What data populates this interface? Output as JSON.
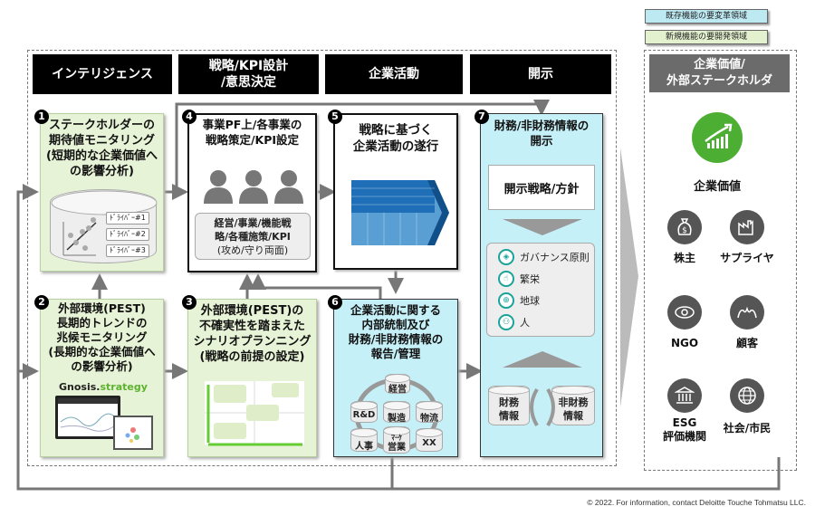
{
  "legend": {
    "existing": "既存機能の要変革領域",
    "new": "新規機能の要開発領域",
    "existing_color": "#bde9f3",
    "new_color": "#e4f1cf"
  },
  "columns": [
    {
      "label": "インテリジェンス"
    },
    {
      "label_line1": "戦略/KPI設計",
      "label_line2": "/意思決定"
    },
    {
      "label": "企業活動"
    },
    {
      "label": "開示"
    }
  ],
  "cards": {
    "c1": {
      "number": "1",
      "title": [
        "ステークホルダーの",
        "期待値モニタリング",
        "(短期的な企業価値へ",
        "の影響分析)"
      ],
      "drivers": [
        "ﾄﾞﾗｲﾊﾞｰ#1",
        "ﾄﾞﾗｲﾊﾞｰ#2",
        "ﾄﾞﾗｲﾊﾞｰ#3"
      ]
    },
    "c2": {
      "number": "2",
      "title": [
        "外部環境(PEST)",
        "長期的トレンドの",
        "兆候モニタリング",
        "(長期的な企業価値へ",
        "の影響分析)"
      ],
      "brand_part1": "Gnosis.",
      "brand_part2": "strategy"
    },
    "c3": {
      "number": "3",
      "title": [
        "外部環境(PEST)の",
        "不確実性を踏まえた",
        "シナリオプランニング",
        "(戦略の前提の設定)"
      ]
    },
    "c4": {
      "number": "4",
      "title": [
        "事業PF上/各事業の",
        "戦略策定/KPI設定"
      ],
      "scroll": [
        "経営/事業/機能戦",
        "略/各種施策/KPI",
        "(攻め/守り両面)"
      ]
    },
    "c5": {
      "number": "5",
      "title": [
        "戦略に基づく",
        "企業活動の遂行"
      ]
    },
    "c6": {
      "number": "6",
      "title": [
        "企業活動に関する",
        "内部統制及び",
        "財務/非財務情報の",
        "報告/管理"
      ],
      "cylinders": {
        "top": "経営",
        "left": "R&D",
        "center": "製造",
        "right": "物流",
        "bottom_left": "人事",
        "bottom_center_1": "ﾏｰｹ",
        "bottom_center_2": "営業",
        "bottom_right": "XX"
      }
    },
    "c7": {
      "number": "7",
      "title": [
        "財務/非財務情報の",
        "開示"
      ],
      "policy": "開示戦略/方針",
      "items": [
        {
          "icon": "governance-icon",
          "label": "ガバナンス原則"
        },
        {
          "icon": "thumbs-up-icon",
          "label": "繁栄"
        },
        {
          "icon": "globe-icon",
          "label": "地球"
        },
        {
          "icon": "people-icon",
          "label": "人"
        }
      ],
      "fin": [
        "財務",
        "情報"
      ],
      "nonfin": [
        "非財務",
        "情報"
      ]
    }
  },
  "right_panel": {
    "header_line1": "企業価値/",
    "header_line2": "外部ステークホルダ",
    "value_label": "企業価値",
    "accent_color": "#4caf33",
    "stakeholders": [
      {
        "icon": "money-bag-icon",
        "label": "株主"
      },
      {
        "icon": "factory-icon",
        "label": "サプライヤ"
      },
      {
        "icon": "eye-icon",
        "label": "NGO"
      },
      {
        "icon": "customers-icon",
        "label": "顧客"
      },
      {
        "icon": "institution-icon",
        "label_line1": "ESG",
        "label_line2": "評価機関"
      },
      {
        "icon": "globe-icon",
        "label": "社会/市民"
      }
    ]
  },
  "footer": "© 2022. For information, contact Deloitte Touche Tohmatsu LLC."
}
